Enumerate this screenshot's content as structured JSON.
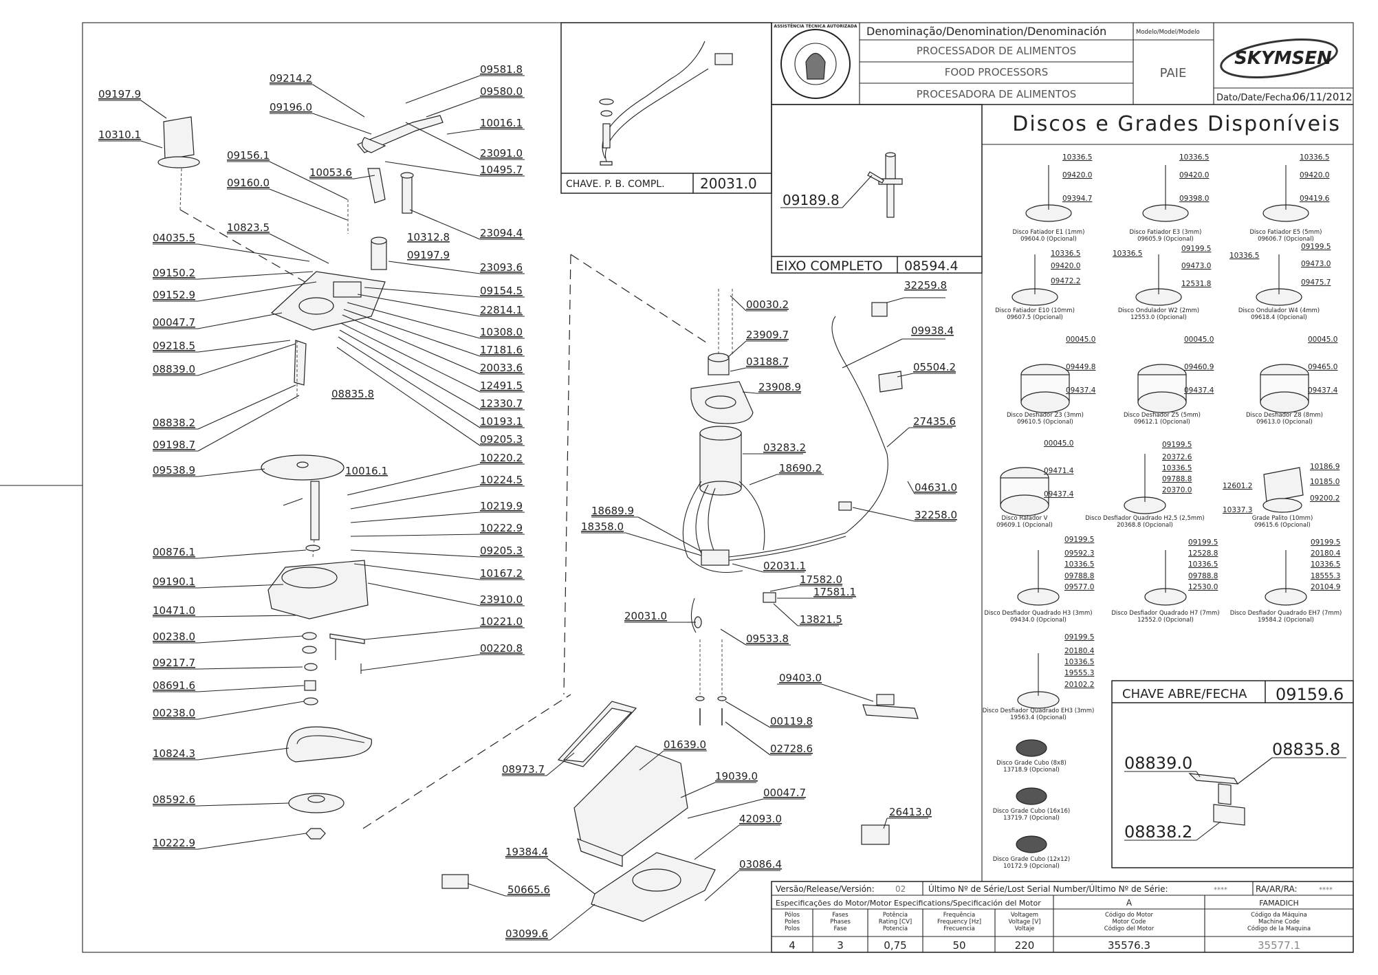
{
  "title_block": {
    "denomination_header": "Denominação/Denomination/Denominación",
    "model_header": "Modelo/Model/Modelo",
    "name_pt": "PROCESSADOR DE ALIMENTOS",
    "name_en": "FOOD PROCESSORS",
    "name_es": "PROCESADORA DE ALIMENTOS",
    "model": "PAIE",
    "brand": "SKYMSEN",
    "date_label": "Dato/Date/Fecha:",
    "date": "06/11/2012",
    "seal_text": "ASSISTÊNCIA TÉCNICA AUTORIZADA"
  },
  "inset_switch_cable": {
    "label": "CHAVE. P. B. COMPL.",
    "code": "20031.0"
  },
  "inset_shaft": {
    "part": "09189.8",
    "label": "EIXO COMPLETO",
    "code": "08594.4"
  },
  "discs_panel": {
    "title": "Discos e Grades Disponíveis",
    "items": [
      {
        "name": "Disco Fatiador E1 (1mm)",
        "code": "09604.0 (Opcional)",
        "parts": [
          "10336.5",
          "09420.0",
          "09394.7"
        ]
      },
      {
        "name": "Disco Fatiador E3 (3mm)",
        "code": "09605.9 (Opcional)",
        "parts": [
          "10336.5",
          "09420.0",
          "09398.0"
        ]
      },
      {
        "name": "Disco Fatiador E5 (5mm)",
        "code": "09606.7 (Opcional)",
        "parts": [
          "10336.5",
          "09420.0",
          "09419.6"
        ]
      },
      {
        "name": "Disco Fatiador E10 (10mm)",
        "code": "09607.5 (Opcional)",
        "parts": [
          "10336.5",
          "09420.0",
          "09472.2"
        ]
      },
      {
        "name": "Disco Ondulador W2 (2mm)",
        "code": "12553.0 (Opcional)",
        "parts": [
          "10336.5",
          "09199.5",
          "09473.0",
          "12531.8"
        ]
      },
      {
        "name": "Disco Ondulador W4 (4mm)",
        "code": "09618.4 (Opcional)",
        "parts": [
          "10336.5",
          "09199.5",
          "09473.0",
          "09475.7"
        ]
      },
      {
        "name": "Disco Desfiador Z3 (3mm)",
        "code": "09610.5 (Opcional)",
        "parts": [
          "00045.0",
          "09449.8",
          "09437.4"
        ]
      },
      {
        "name": "Disco Desfiador Z5 (5mm)",
        "code": "09612.1 (Opcional)",
        "parts": [
          "00045.0",
          "09460.9",
          "09437.4"
        ]
      },
      {
        "name": "Disco Desfiador Z8 (8mm)",
        "code": "09613.0 (Opcional)",
        "parts": [
          "00045.0",
          "09465.0",
          "09437.4"
        ]
      },
      {
        "name": "Disco Ralador V",
        "code": "09609.1 (Opcional)",
        "parts": [
          "00045.0",
          "09471.4",
          "09437.4"
        ]
      },
      {
        "name": "Disco Desfiador Quadrado H2,5 (2,5mm)",
        "code": "20368.8 (Opcional)",
        "parts": [
          "09199.5",
          "20372.6",
          "10336.5",
          "09788.8",
          "20370.0"
        ]
      },
      {
        "name": "Grade Palito (10mm)",
        "code": "09615.6 (Opcional)",
        "parts": [
          "10186.9",
          "10185.0",
          "09200.2",
          "12601.2",
          "10337.3"
        ]
      },
      {
        "name": "Disco Desfiador Quadrado H3 (3mm)",
        "code": "09434.0 (Opcional)",
        "parts": [
          "09199.5",
          "09592.3",
          "10336.5",
          "09788.8",
          "09577.0"
        ]
      },
      {
        "name": "Disco Desfiador Quadrado H7 (7mm)",
        "code": "12552.0 (Opcional)",
        "parts": [
          "09199.5",
          "12528.8",
          "10336.5",
          "09788.8",
          "12530.0"
        ]
      },
      {
        "name": "Disco Desfiador Quadrado EH7 (7mm)",
        "code": "19584.2 (Opcional)",
        "parts": [
          "09199.5",
          "20180.4",
          "10336.5",
          "18555.3",
          "20104.9"
        ]
      },
      {
        "name": "Disco Desfiador Quadrado EH3 (3mm)",
        "code": "19563.4 (Opcional)",
        "parts": [
          "09199.5",
          "20180.4",
          "10336.5",
          "19555.3",
          "20102.2"
        ]
      },
      {
        "name": "Disco Grade Cubo (8x8)",
        "code": "13718.9 (Opcional)",
        "parts": []
      },
      {
        "name": "Disco Grade Cubo (16x16)",
        "code": "13719.7 (Opcional)",
        "parts": []
      },
      {
        "name": "Disco Grade Cubo (12x12)",
        "code": "10172.9 (Opcional)",
        "parts": []
      }
    ]
  },
  "inset_key": {
    "label": "CHAVE ABRE/FECHA",
    "code": "09159.6",
    "parts": [
      "08839.0",
      "08835.8",
      "08838.2"
    ]
  },
  "left_labels": [
    "09197.9",
    "10310.1",
    "09214.2",
    "09196.0",
    "09156.1",
    "09160.0",
    "10053.6",
    "10823.5",
    "04035.5",
    "09150.2",
    "09152.9",
    "00047.7",
    "09218.5",
    "08839.0",
    "08838.2",
    "09198.7",
    "09538.9",
    "00876.1",
    "09190.1",
    "10471.0",
    "00238.0",
    "09217.7",
    "08691.6",
    "00238.0",
    "10824.3",
    "08592.6",
    "10222.9"
  ],
  "mid_right_labels": [
    "09581.8",
    "09580.0",
    "10016.1",
    "23091.0",
    "10495.7",
    "23094.4",
    "10312.8",
    "09197.9",
    "23093.6",
    "09154.5",
    "22814.1",
    "10308.0",
    "17181.6",
    "20033.6",
    "12491.5",
    "12330.7",
    "10193.1",
    "09205.3",
    "08835.8",
    "10016.1",
    "10220.2",
    "10224.5",
    "10219.9",
    "10222.9",
    "09205.3",
    "10167.2",
    "23910.0",
    "10221.0",
    "00220.8"
  ],
  "motor_labels": [
    "00030.2",
    "23909.7",
    "03188.7",
    "23908.9",
    "03283.2",
    "18690.2",
    "18689.9",
    "18358.0",
    "02031.1",
    "17582.0",
    "17581.1",
    "13821.5",
    "20031.0",
    "09533.8",
    "00119.8",
    "02728.6",
    "32259.8",
    "09938.4",
    "05504.2",
    "27435.6",
    "04631.0",
    "32258.0",
    "09403.0"
  ],
  "base_labels": [
    "08973.7",
    "01639.0",
    "19039.0",
    "00047.7",
    "42093.0",
    "26413.0",
    "19384.4",
    "03086.4",
    "50665.6",
    "03099.6"
  ],
  "spec_table": {
    "version_label": "Versão/Release/Versión:",
    "version": "02",
    "serial_label": "Último Nº de Série/Lost Serial Number/Último Nº de Série:",
    "serial": "****",
    "ra_label": "RA/AR/RA:",
    "ra": "****",
    "motor_spec_label": "Especificações do Motor/Motor Especifications/Specificación del Motor",
    "col_a": "A",
    "col_famadich": "FAMADICH",
    "headers": [
      [
        "Pólos",
        "Poles",
        "Polos"
      ],
      [
        "Fases",
        "Phases",
        "Fase"
      ],
      [
        "Potência",
        "Rating [CV]",
        "Potencia"
      ],
      [
        "Frequência",
        "Frequency [Hz]",
        "Frecuencia"
      ],
      [
        "Voltagem",
        "Voltage [V]",
        "Voltaje"
      ],
      [
        "Código do Motor",
        "Motor Code",
        "Código del Motor"
      ],
      [
        "Código da Máquina",
        "Machine Code",
        "Código de la Maquina"
      ]
    ],
    "values": [
      "4",
      "3",
      "0,75",
      "50",
      "220",
      "35576.3",
      "35577.1"
    ]
  }
}
